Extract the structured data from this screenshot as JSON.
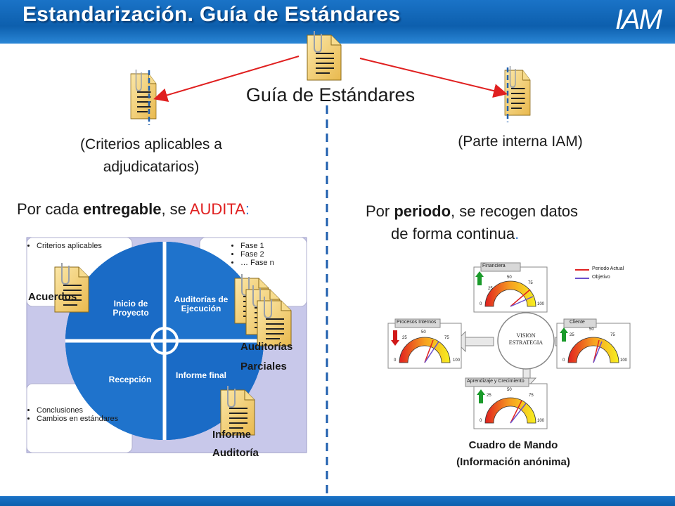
{
  "header": {
    "title": "Estandarización. Guía de Estándares",
    "logo": "IAM"
  },
  "center_title": "Guía de Estándares",
  "left_subtitle": {
    "line1": "(Criterios aplicables a",
    "line2": "adjudicatarios)"
  },
  "right_subtitle": "(Parte interna IAM)",
  "left_statement": {
    "pre": "Por cada ",
    "bold": "entregable",
    "mid": ", se ",
    "accent": "AUDITA",
    "post": ":"
  },
  "right_statement": {
    "pre": "Por ",
    "bold": "periodo",
    "post": ", se recogen datos",
    "line2": "de forma continua",
    "dot": "."
  },
  "cycle": {
    "quadrants": [
      "Inicio de Proyecto",
      "Auditorías de Ejecución",
      "Informe final",
      "Recepción"
    ],
    "box_top_left": [
      "Criterios aplicables"
    ],
    "box_top_right": [
      "Fase 1",
      "Fase 2",
      "… Fase n"
    ],
    "box_bottom_left": [
      "Conclusiones",
      "Cambios en estándares"
    ],
    "labels": {
      "acuerdos": "Acuerdos",
      "auditorias_parciales_1": "Auditorías",
      "auditorias_parciales_2": "Parciales",
      "informe_1": "Informe",
      "informe_2": "Auditoría"
    }
  },
  "dashboard": {
    "panels": [
      "Financiera",
      "Procesos Internos",
      "Cliente",
      "Aprendizaje y Crecimiento"
    ],
    "center": [
      "VISION",
      "ESTRATEGIA"
    ],
    "legend": [
      "Periodo Actual",
      "Objetivo"
    ],
    "ticks": [
      "0",
      "25",
      "50",
      "75",
      "100"
    ],
    "title1": "Cuadro de Mando",
    "title2": "(Información anónima)"
  },
  "colors": {
    "header_blue": "#0d5fad",
    "accent_red": "#e02020",
    "wheel_blue": "#1565c0",
    "box_lilac": "#c8c8ea",
    "doc_yellow": "#f3d27a",
    "divider_blue": "#1f5fae"
  }
}
